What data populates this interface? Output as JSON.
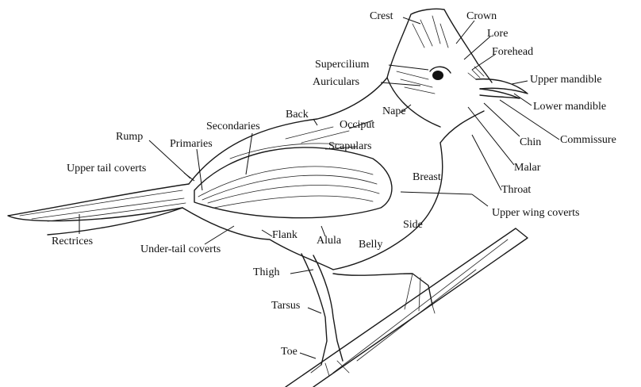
{
  "labels": {
    "crest": "Crest",
    "crown": "Crown",
    "lore": "Lore",
    "forehead": "Forehead",
    "supercilium": "Supercilium",
    "auriculars": "Auriculars",
    "upper_mandible": "Upper mandible",
    "lower_mandible": "Lower mandible",
    "nape": "Nape",
    "occiput": "Occiput",
    "back": "Back",
    "secondaries": "Secondaries",
    "rump": "Rump",
    "primaries": "Primaries",
    "scapulars": "Scapulars",
    "chin": "Chin",
    "commissure": "Commissure",
    "upper_tail_coverts": "Upper tail coverts",
    "malar": "Malar",
    "breast": "Breast",
    "throat": "Throat",
    "upper_wing_coverts": "Upper wing coverts",
    "side": "Side",
    "rectrices": "Rectrices",
    "flank": "Flank",
    "alula": "Alula",
    "belly": "Belly",
    "under_tail_coverts": "Under-tail coverts",
    "thigh": "Thigh",
    "tarsus": "Tarsus",
    "toe": "Toe"
  }
}
